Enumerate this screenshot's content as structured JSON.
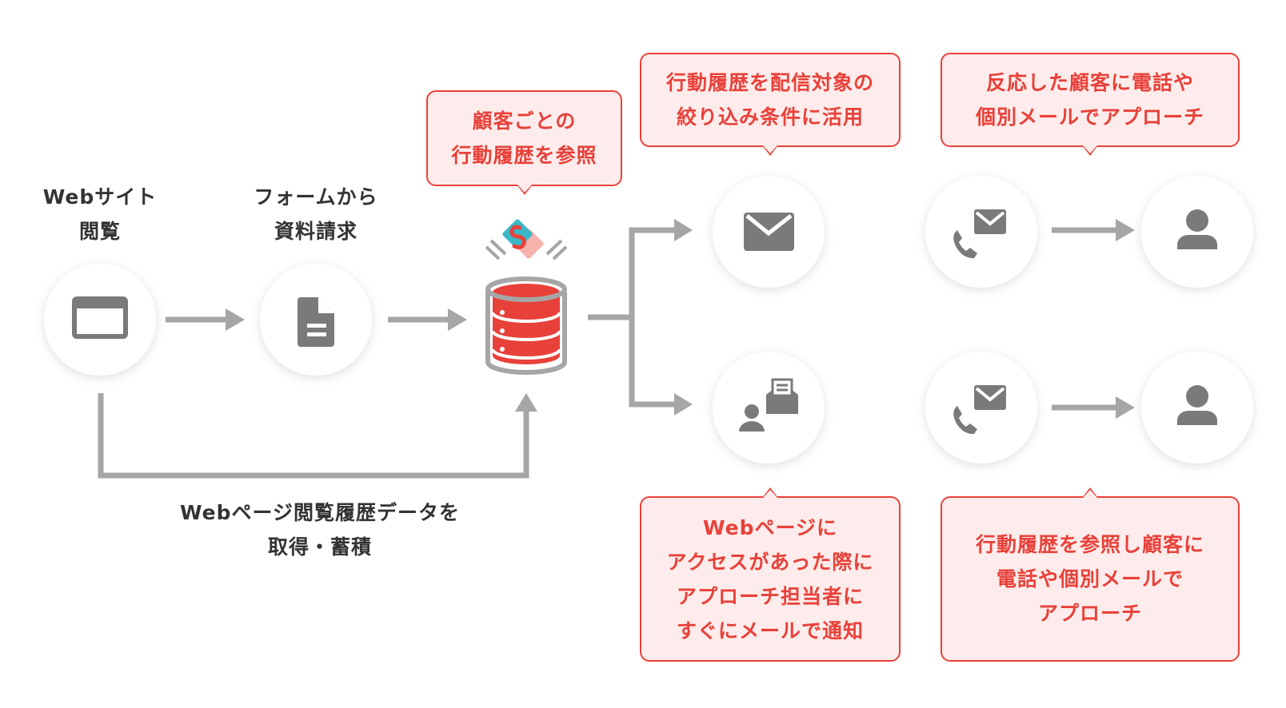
{
  "labels": {
    "web_visit": [
      "Webサイト",
      "閲覧"
    ],
    "form_request": [
      "フォームから",
      "資料請求"
    ],
    "history_capture": [
      "Webページ閲覧履歴データを",
      "取得・蓄積"
    ]
  },
  "callouts": {
    "customer_history": [
      "顧客ごとの",
      "行動履歴を参照"
    ],
    "filter_delivery": [
      "行動履歴を配信対象の",
      "絞り込み条件に活用"
    ],
    "approach_reacted": [
      "反応した顧客に電話や",
      "個別メールでアプローチ"
    ],
    "access_notify": [
      "Webページに",
      "アクセスがあった際に",
      "アプローチ担当者に",
      "すぐにメールで通知"
    ],
    "approach_history": [
      "行動履歴を参照し顧客に",
      "電話や個別メールで",
      "アプローチ"
    ]
  },
  "icons": {
    "browser": "browser-window-icon",
    "document": "document-icon",
    "database": "database-icon",
    "logo": "brand-logo-icon",
    "mail": "mail-icon",
    "notify": "person-mail-notification-icon",
    "phone_mail": "phone-mail-icon",
    "person": "person-icon"
  },
  "colors": {
    "accent": "#e8413a",
    "callout_bg": "#fdeceb",
    "connector": "#a6a6a6",
    "icon": "#7a7a7a",
    "text": "#333333",
    "brand_teal": "#3ab8c8"
  }
}
